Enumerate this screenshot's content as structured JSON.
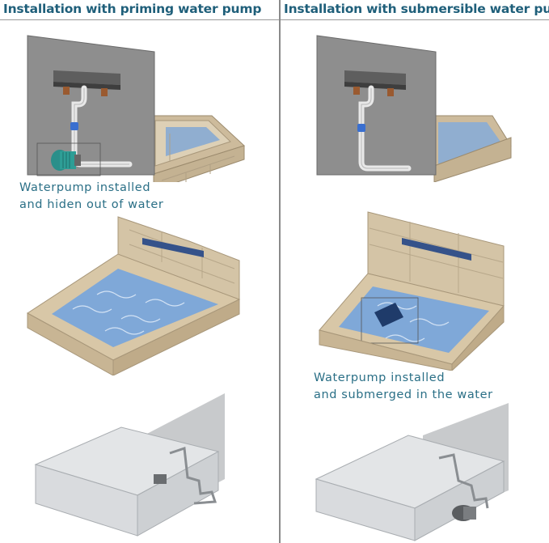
{
  "columns": {
    "left": {
      "title": "Installation with priming water pump",
      "caption_line1": "Waterpump installed",
      "caption_line2": "and hiden out of water"
    },
    "right": {
      "title": "Installation with submersible water pump",
      "caption_line1": "Waterpump installed",
      "caption_line2": "and submerged in the water"
    }
  },
  "colors": {
    "title": "#1f5f7a",
    "caption": "#2a6f86",
    "wall": "#8e8e8e",
    "stone": "#d2c1a3",
    "water": "#7fa8d8",
    "pump": "#2a8f8a",
    "valve": "#3a6fd0",
    "spout": "#5a5a5a",
    "glass": "#d8dadc"
  }
}
